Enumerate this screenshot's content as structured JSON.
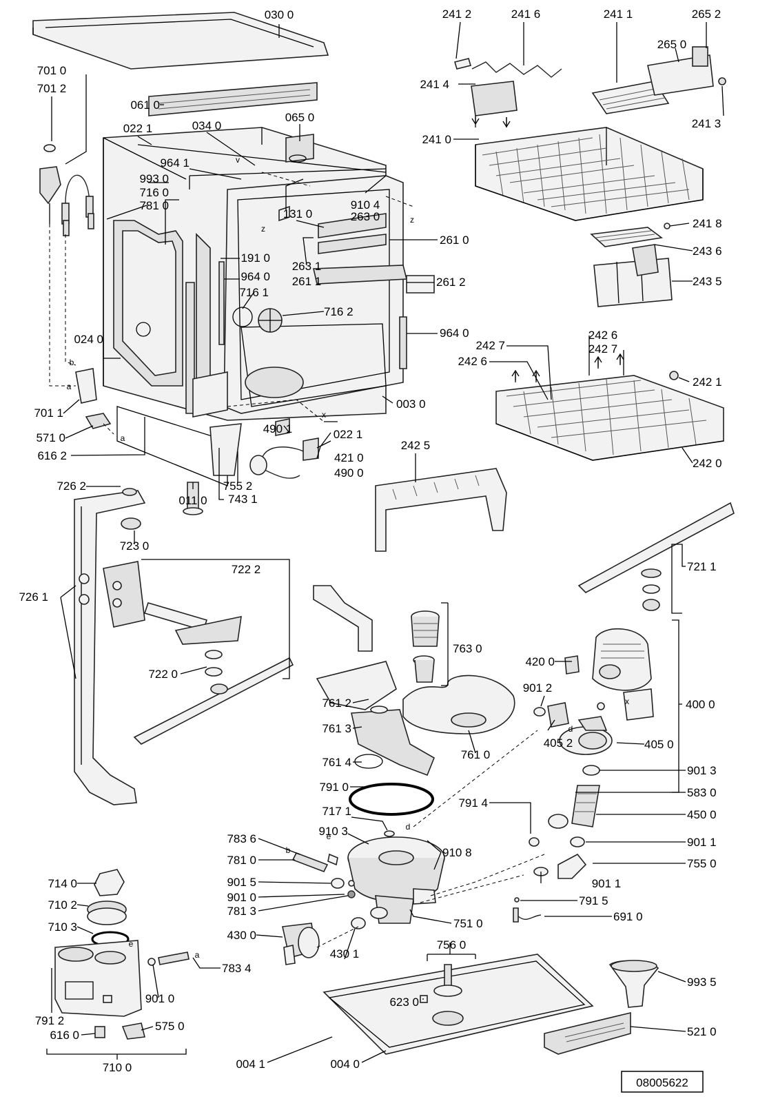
{
  "diagram": {
    "drawing_number": "08005622",
    "letters": [
      "z",
      "z",
      "x",
      "x",
      "b",
      "a",
      "a",
      "d",
      "d",
      "e",
      "e",
      "b",
      "a",
      "v"
    ],
    "labels": [
      "030 0",
      "061 0",
      "065 0",
      "034 0",
      "022 1",
      "701 0",
      "701 2",
      "993 0",
      "716 0",
      "781 0",
      "964 1",
      "131 0",
      "910 4",
      "263 0",
      "261 0",
      "263 1",
      "261 1",
      "261 2",
      "191 0",
      "964 0",
      "716 1",
      "716 2",
      "964 0",
      "024 0",
      "003 0",
      "701 1",
      "571 0",
      "616 2",
      "490 1",
      "421 0",
      "490 0",
      "022 1",
      "755 2",
      "743 1",
      "011 0",
      "241 2",
      "241 6",
      "241 1",
      "265 2",
      "265 0",
      "241 4",
      "241 3",
      "241 0",
      "241 8",
      "243 6",
      "243 5",
      "242 6",
      "242 7",
      "242 6",
      "242 7",
      "242 1",
      "242 0",
      "242 5",
      "726 2",
      "723 0",
      "722 2",
      "726 1",
      "722 0",
      "721 1",
      "763 0",
      "420 0",
      "901 2",
      "400 0",
      "761 2",
      "761 3",
      "405 2",
      "405 0",
      "761 0",
      "761 4",
      "901 3",
      "791 0",
      "791 4",
      "583 0",
      "717 1",
      "450 0",
      "910 3",
      "910 8",
      "783 6",
      "901 1",
      "781 0",
      "755 0",
      "901 5",
      "901 1",
      "901 0",
      "791 5",
      "781 3",
      "691 0",
      "751 0",
      "714 0",
      "710 2",
      "710 3",
      "430 0",
      "430 1",
      "783 4",
      "901 0",
      "756 0",
      "623 0",
      "993 5",
      "791 2",
      "575 0",
      "616 0",
      "521 0",
      "004 1",
      "004 0",
      "710 0"
    ]
  }
}
